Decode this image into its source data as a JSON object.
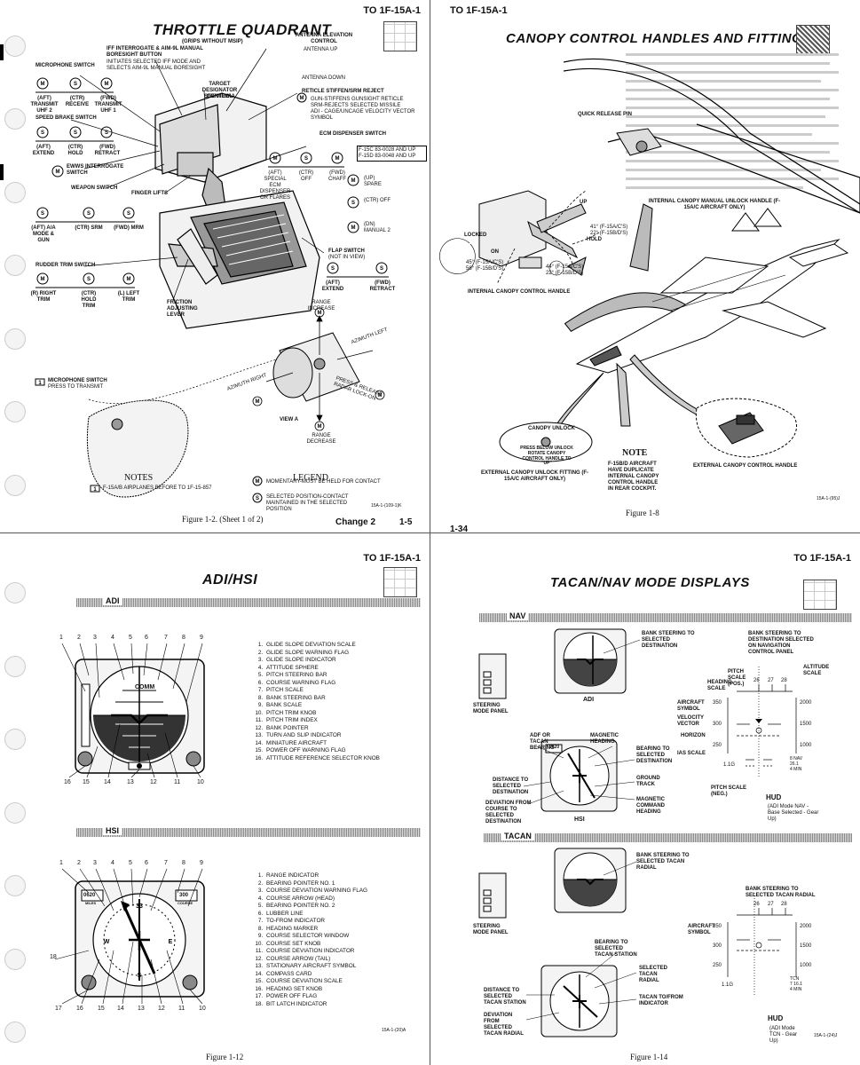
{
  "doc_id": "TO 1F-15A-1",
  "page1": {
    "title": "THROTTLE QUADRANT",
    "subtitle": "(GRIPS WITHOUT MSIP)",
    "labels": {
      "iff": "IFF INTERROGATE & AIM-9L MANUAL BORESIGHT BUTTON",
      "iff_desc": "INITIATES SELECTED IFF MODE AND SELECTS AIM-9L MANUAL BORESIGHT",
      "antenna": "ANTENNA ELEVATION CONTROL",
      "antenna_up": "ANTENNA UP",
      "antenna_down": "ANTENNA DOWN",
      "target": "TARGET DESIGNATOR CONTROL",
      "target_sub": "SEE VIEW A",
      "reticle": "RETICLE STIFFEN/SRM REJECT",
      "reticle_desc": "GUN-STIFFENS GUNSIGHT RETICLE\nSRM-REJECTS SELECTED MISSILE\nADI - CAGE/UNCAGE VELOCITY VECTOR SYMBOL",
      "mic": "MICROPHONE SWITCH",
      "speed": "SPEED BRAKE SWITCH",
      "ewws": "EWWS INTERROGATE SWITCH",
      "weapon": "WEAPON SWITCH",
      "finger": "FINGER LIFTS",
      "ecm": "ECM DISPENSER SWITCH",
      "ecm_models": "F-15C 83-0028 AND UP\nF-15D 83-0048 AND UP",
      "rudder": "RUDDER TRIM SWITCH",
      "flap": "FLAP SWITCH",
      "flap_sub": "(NOT IN VIEW)",
      "friction": "FRICTION ADJUSTING LEVER",
      "range_inc": "RANGE INCREASE",
      "range_dec": "RANGE DECREASE",
      "azimuth_left": "AZIMUTH LEFT",
      "azimuth_right": "AZIMUTH RIGHT",
      "press_release": "PRESS & RELEASE RADAR LOCK-ON",
      "view_a": "VIEW A",
      "mic_switch2": "MICROPHONE SWITCH",
      "mic_switch2_sub": "PRESS TO TRANSMIT"
    },
    "mic_positions": [
      "(AFT) TRANSMIT UHF 2",
      "(CTR) RECEIVE",
      "(FWD) TRANSMIT UHF 1"
    ],
    "speed_positions": [
      "(AFT) EXTEND",
      "(CTR) HOLD",
      "(FWD) RETRACT"
    ],
    "weapon_positions": [
      "(AFT) A/A MODE & GUN",
      "(CTR) SRM",
      "(FWD) MRM"
    ],
    "rudder_positions": [
      "(R) RIGHT TRIM",
      "(CTR) HOLD TRIM",
      "(L) LEFT TRIM"
    ],
    "ecm_positions": [
      "(AFT) SPECIAL ECM DISPENSER OR FLARES",
      "(CTR) OFF",
      "(FWD) CHAFF"
    ],
    "ecm_extra": [
      "(UP) SPARE",
      "(CTR) OFF",
      "(DN) MANUAL 2"
    ],
    "flap_positions": [
      "(AFT) EXTEND",
      "(FWD) RETRACT"
    ],
    "notes_title": "NOTES",
    "note1": "F-15A/B AIRPLANES BEFORE TO 1F-15-857",
    "legend_title": "LEGEND",
    "legend_m": "MOMENTARY-MUST BE HELD FOR CONTACT",
    "legend_s": "SELECTED POSITION-CONTACT MAINTAINED IN THE SELECTED POSITION",
    "fig_code": "15A-1-(109-1)K",
    "caption": "Figure 1-2. (Sheet 1 of 2)",
    "change": "Change 2",
    "page": "1-5"
  },
  "page2": {
    "title": "CANOPY CONTROL HANDLES AND FITTINGS",
    "quick_release": "QUICK RELEASE PIN",
    "internal_manual": "INTERNAL CANOPY MANUAL UNLOCK HANDLE (F-15A/C AIRCRAFT ONLY)",
    "up": "UP",
    "locked": "LOCKED",
    "on": "ON",
    "hold": "HOLD",
    "angle1": "41° (F-15A/C'S)\n22° (F-15B/D'S)",
    "angle2": "45° (F-15A/C'S)\n56° (F-15B/D'S)",
    "angle3": "44° (F-15A/C'S)\n22° (F-15B/D'S)",
    "internal_handle": "INTERNAL CANOPY CONTROL HANDLE",
    "canopy_unlock": "CANOPY UNLOCK",
    "unlock_fitting_text": "PRESS BELOW UNLOCK ROTATE CANOPY CONTROL HANDLE TO \"UP\"",
    "external_unlock": "EXTERNAL CANOPY UNLOCK FITTING (F-15A/C AIRCRAFT ONLY)",
    "note_title": "NOTE",
    "note_text": "F-15B/D AIRCRAFT HAVE DUPLICATE INTERNAL CANOPY CONTROL HANDLE IN REAR COCKPIT.",
    "external_handle": "EXTERNAL CANOPY CONTROL HANDLE",
    "fig_code": "15A-1-(95)J",
    "caption": "Figure 1-8",
    "page": "1-34"
  },
  "page3": {
    "title": "ADI/HSI",
    "adi_label": "ADI",
    "hsi_label": "HSI",
    "adi_numbers_top": [
      "1",
      "2",
      "3",
      "4",
      "5",
      "6",
      "7",
      "8",
      "9"
    ],
    "adi_numbers_bottom": [
      "16",
      "15",
      "14",
      "13",
      "12",
      "11",
      "10"
    ],
    "adi_items": [
      "GLIDE SLOPE DEVIATION SCALE",
      "GLIDE SLOPE WARNING FLAG",
      "GLIDE SLOPE INDICATOR",
      "ATTITUDE SPHERE",
      "PITCH STEERING BAR",
      "COURSE WARNING FLAG",
      "PITCH SCALE",
      "BANK STEERING BAR",
      "BANK SCALE",
      "PITCH TRIM KNOB",
      "PITCH TRIM INDEX",
      "BANK POINTER",
      "TURN AND SLIP INDICATOR",
      "MINIATURE AIRCRAFT",
      "POWER OFF WARNING FLAG",
      "ATTITUDE REFERENCE SELECTOR KNOB"
    ],
    "hsi_numbers_top": [
      "1",
      "2",
      "3",
      "4",
      "5",
      "6",
      "7",
      "8",
      "9"
    ],
    "hsi_numbers_bottom": [
      "17",
      "16",
      "15",
      "14",
      "13",
      "12",
      "11",
      "10"
    ],
    "hsi_side": "18",
    "hsi_items": [
      "RANGE INDICATOR",
      "BEARING POINTER NO. 1",
      "COURSE DEVIATION WARNING FLAG",
      "COURSE ARROW (HEAD)",
      "BEARING POINTER NO. 2",
      "LUBBER LINE",
      "TO-FROM INDICATOR",
      "HEADING MARKER",
      "COURSE SELECTOR WINDOW",
      "COURSE SET KNOB",
      "COURSE DEVIATION INDICATOR",
      "COURSE ARROW (TAIL)",
      "STATIONARY AIRCRAFT SYMBOL",
      "COMPASS CARD",
      "COURSE DEVIATION SCALE",
      "HEADING SET KNOB",
      "POWER OFF FLAG",
      "BIT LATCH INDICATOR"
    ],
    "adi_sphere": "COMM",
    "range_window": "0620",
    "course_window": "300",
    "range_sub": "MILES",
    "course_sub": "COURSE",
    "fig_code": "15A-1-(20)A",
    "caption": "Figure 1-12"
  },
  "page4": {
    "title": "TACAN/NAV MODE DISPLAYS",
    "nav_label": "NAV",
    "tacan_label": "TACAN",
    "nav": {
      "bank_steering": "BANK STEERING TO SELECTED DESTINATION",
      "adi": "ADI",
      "steering_panel": "STEERING MODE PANEL",
      "adf_bearing": "ADF OR TACAN BEARING",
      "mag_heading": "MAGNETIC HEADING",
      "bearing_dest": "BEARING TO SELECTED DESTINATION",
      "ground_track": "GROUND TRACK",
      "distance_dest": "DISTANCE TO SELECTED DESTINATION",
      "deviation": "DEVIATION FROM COURSE TO SELECTED DESTINATION",
      "mag_command": "MAGNETIC COMMAND HEADING",
      "hsi": "HSI",
      "hud_bank": "BANK STEERING TO DESTINATION SELECTED ON NAVIGATION CONTROL PANEL",
      "pitch_scale_pos": "PITCH SCALE (POS.)",
      "altitude_scale": "ALTITUDE SCALE",
      "heading_scale": "HEADING SCALE",
      "aircraft_symbol": "AIRCRAFT SYMBOL",
      "velocity_vector": "VELOCITY VECTOR",
      "horizon": "HORIZON",
      "ias_scale": "IAS SCALE",
      "pitch_scale_neg": "PITCH SCALE (NEG.)",
      "hud": "HUD",
      "hud_mode": "(ADI Mode NAV - Base Selected - Gear Up)",
      "hud_values_left": [
        "350",
        "300",
        "250"
      ],
      "hud_values_right": [
        "2000",
        "1500",
        "1000"
      ],
      "hud_bottom_left": "1.1G",
      "hud_bottom_right": "8 NAV\n26.1\n4 MIN",
      "heading_ticks": [
        "26",
        "27",
        "28"
      ],
      "hsi_window": "0620"
    },
    "tacan": {
      "bank_steering": "BANK STEERING TO SELECTED TACAN RADIAL",
      "hud_bank": "BANK STEERING TO SELECTED TACAN RADIAL",
      "aircraft_symbol": "AIRCRAFT SYMBOL",
      "steering_panel": "STEERING MODE PANEL",
      "bearing_station": "BEARING TO SELECTED TACAN STATION",
      "selected_radial": "SELECTED TACAN RADIAL",
      "distance_station": "DISTANCE TO SELECTED TACAN STATION",
      "tacan_tofrom": "TACAN TO/FROM INDICATOR",
      "deviation": "DEVIATION FROM SELECTED TACAN RADIAL",
      "hud": "HUD",
      "hud_mode": "(ADI Mode TCN - Gear Up)",
      "hud_values_left": [
        "350",
        "300",
        "250"
      ],
      "hud_values_right": [
        "2000",
        "1500",
        "1000"
      ],
      "hud_bottom_left": "1.1G",
      "hud_bottom_right": "TCN\n7 16.1\n4 MIN",
      "heading_ticks": [
        "26",
        "27",
        "28"
      ]
    },
    "fig_code": "15A-1-(24)J",
    "caption": "Figure 1-14"
  }
}
